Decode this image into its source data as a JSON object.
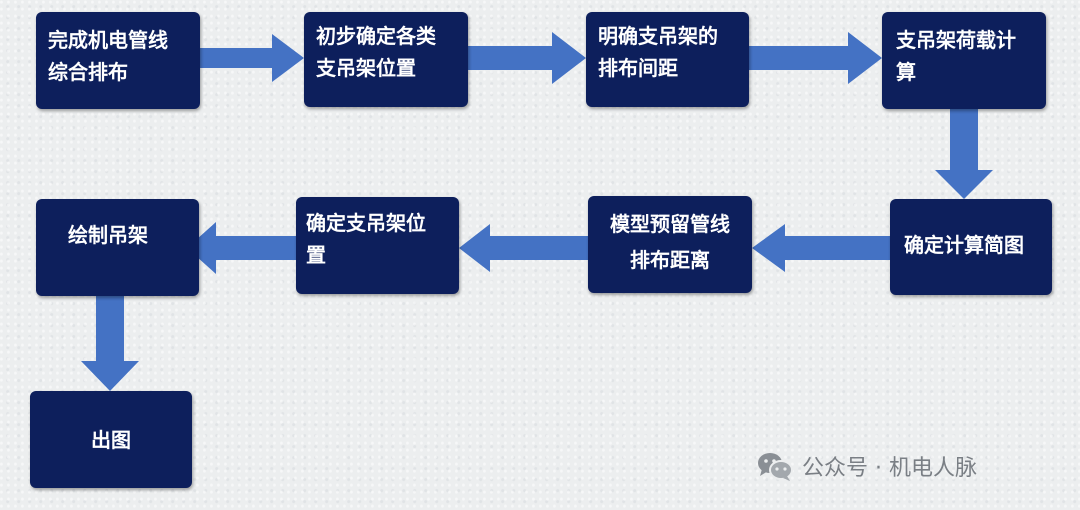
{
  "nodes": {
    "n1": "完成机电管线\n综合排布",
    "n2": "初步确定各类\n支吊架位置",
    "n3": "明确支吊架的\n排布间距",
    "n4": "支吊架荷载计\n算",
    "n5": "确定计算简图",
    "n6": "模型预留管线\n排布距离",
    "n7": "确定支吊架位\n置",
    "n8": "绘制吊架",
    "n9": "出图"
  },
  "colors": {
    "box": "#0d1f5c",
    "arrow": "#4472c4",
    "text": "#ffffff"
  },
  "watermark": {
    "icon": "wechat-icon",
    "text": "公众号 · 机电人脉"
  }
}
